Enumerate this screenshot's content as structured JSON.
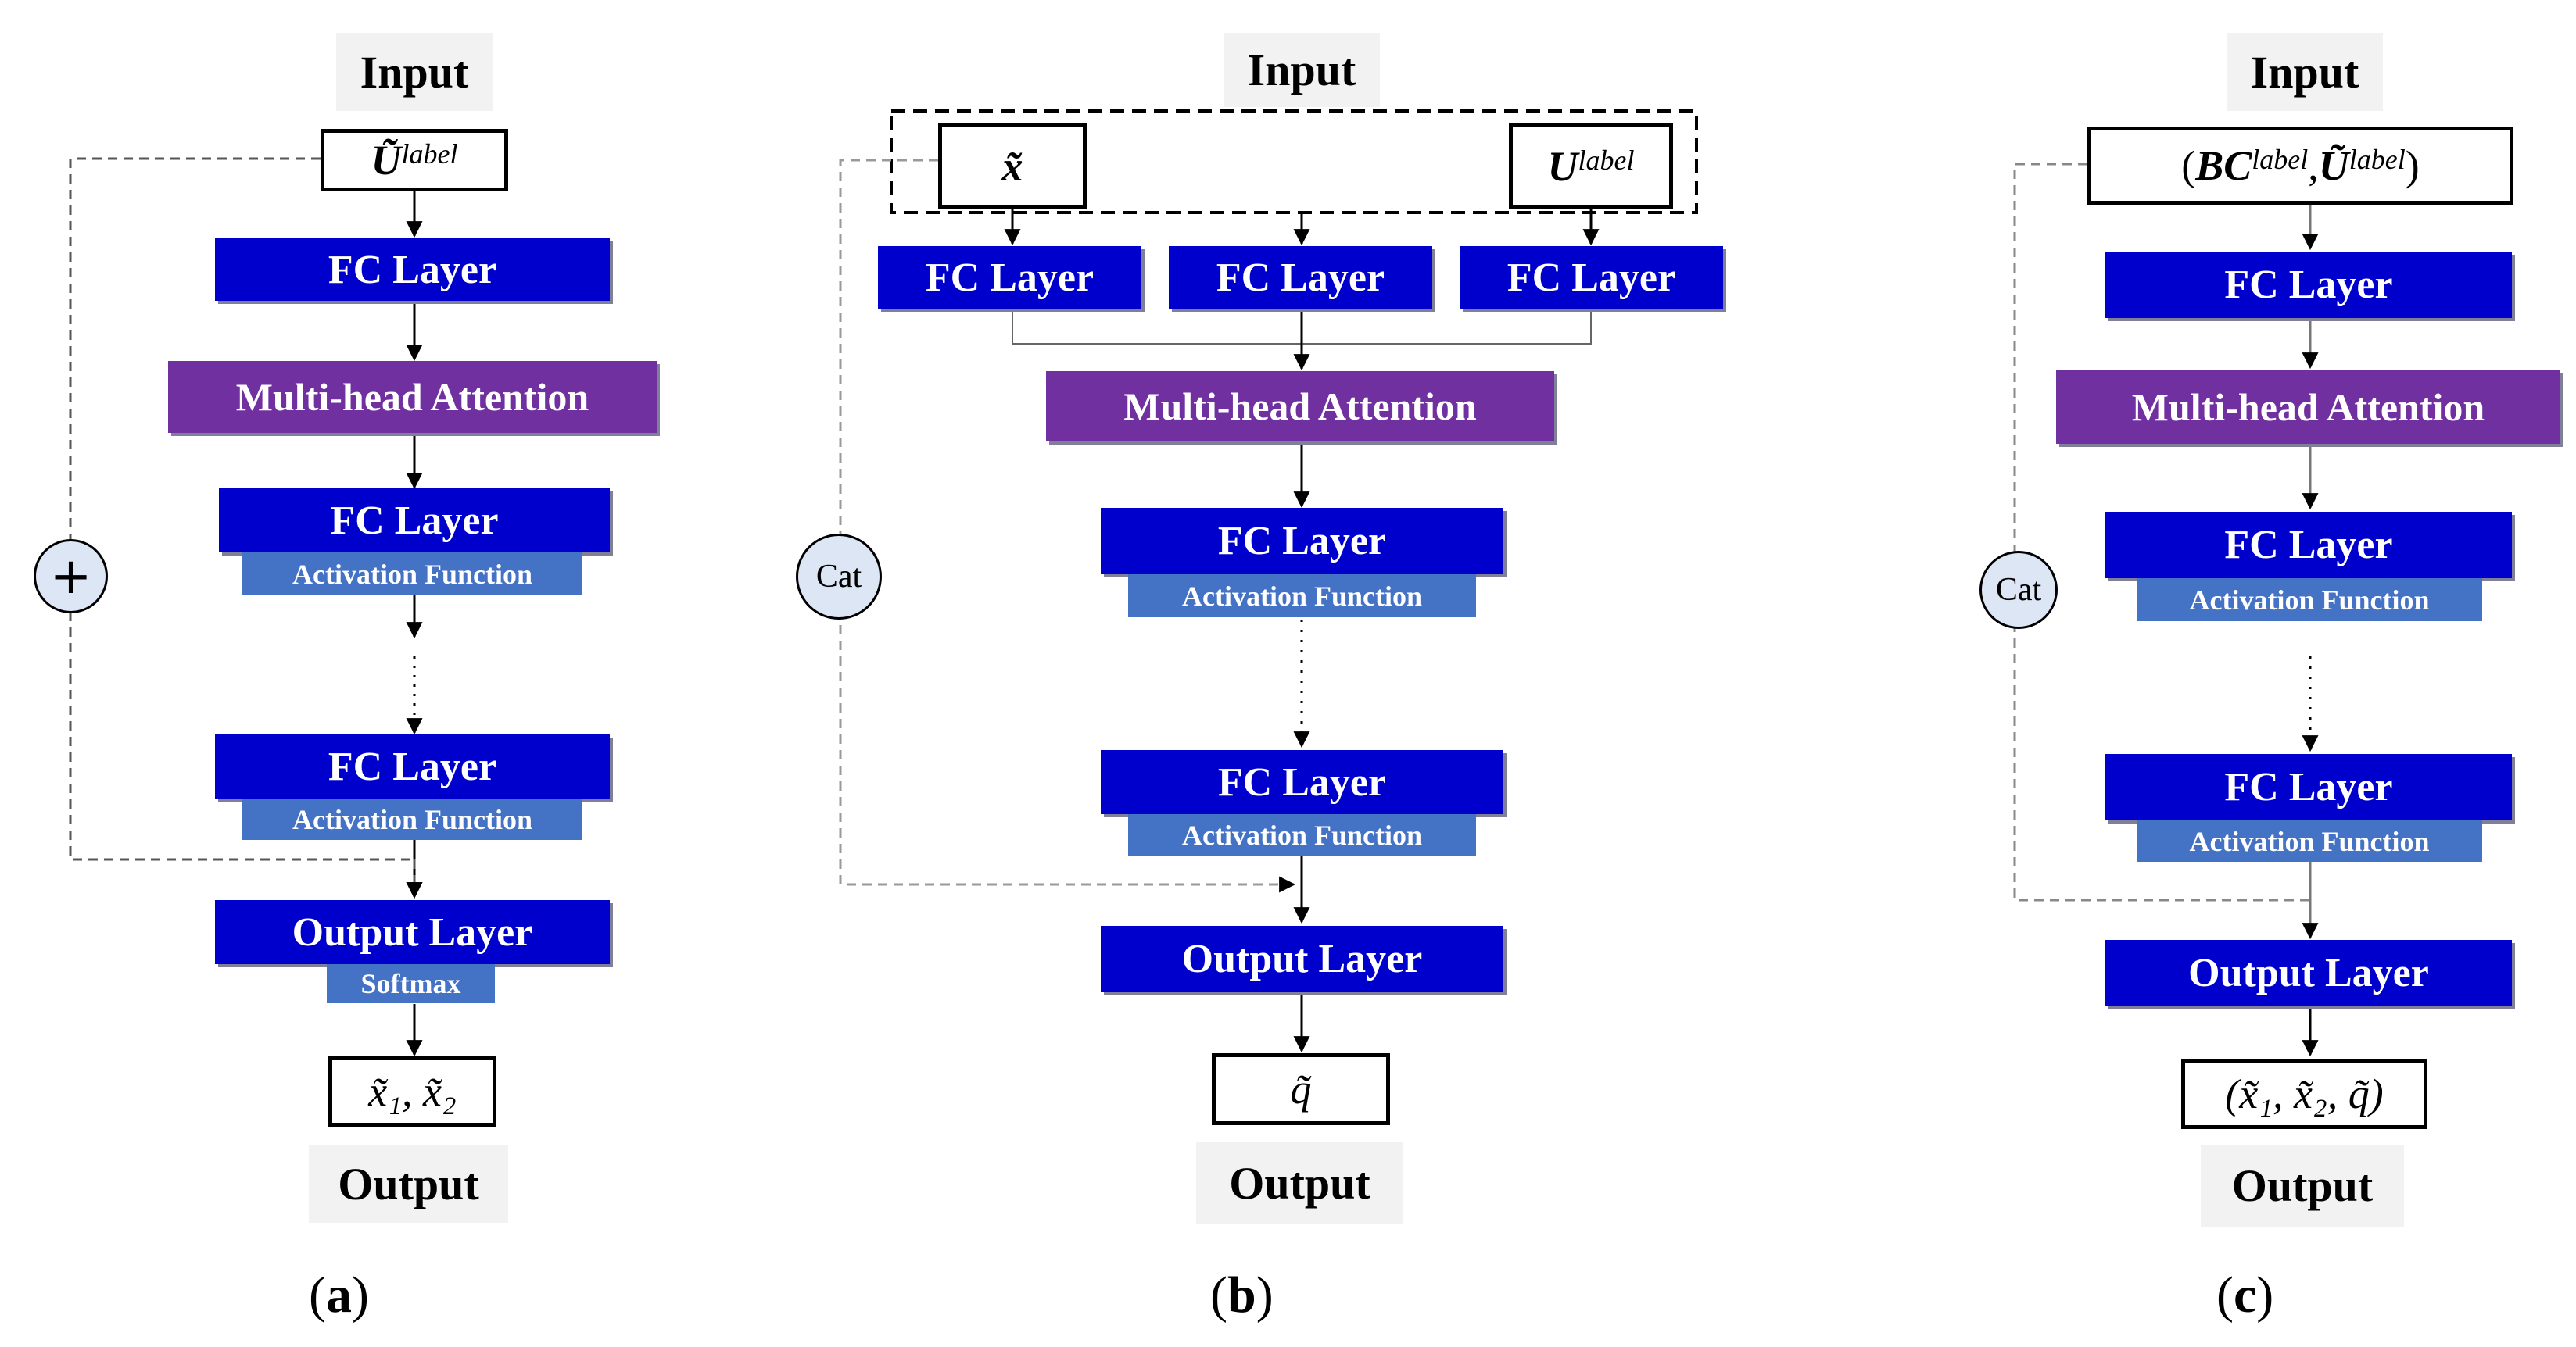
{
  "panels": {
    "a": {
      "input_label": "Input",
      "input_symbol": "Ũ",
      "input_sup": "label",
      "fc1": "FC Layer",
      "mha": "Multi-head Attention",
      "fc2": "FC Layer",
      "act2": "Activation Function",
      "fc3": "FC Layer",
      "act3": "Activation Function",
      "out_layer": "Output Layer",
      "softmax": "Softmax",
      "output_symbol": "x̃₁, x̃₂",
      "output_label": "Output",
      "residual_node": "+",
      "caption_open": "(",
      "caption_letter": "a",
      "caption_close": ")"
    },
    "b": {
      "input_label": "Input",
      "input_x": "x̃",
      "input_u": "U",
      "input_u_sup": "label",
      "fc_left": "FC Layer",
      "fc_mid": "FC Layer",
      "fc_right": "FC Layer",
      "mha": "Multi-head Attention",
      "fc2": "FC Layer",
      "act2": "Activation Function",
      "fc3": "FC Layer",
      "act3": "Activation Function",
      "out_layer": "Output Layer",
      "output_symbol": "q̃",
      "output_label": "Output",
      "cat_node": "Cat",
      "caption_open": "(",
      "caption_letter": "b",
      "caption_close": ")"
    },
    "c": {
      "input_label": "Input",
      "input_open": "(",
      "input_bc": "BC",
      "input_bc_sup": "label",
      "input_comma": ",",
      "input_u": "Ũ",
      "input_u_sup": "label",
      "input_close": ")",
      "fc1": "FC Layer",
      "mha": "Multi-head Attention",
      "fc2": "FC Layer",
      "act2": "Activation Function",
      "fc3": "FC Layer",
      "act3": "Activation Function",
      "out_layer": "Output Layer",
      "output_symbol": "(x̃₁, x̃₂, q̃)",
      "output_label": "Output",
      "cat_node": "Cat",
      "caption_open": "(",
      "caption_letter": "c",
      "caption_close": ")"
    }
  },
  "colors": {
    "fc_layer": "#0000cc",
    "attention": "#7030a0",
    "activation": "#4472c4",
    "io_label_bg": "#f2f2f2",
    "node_fill": "#dde6f5"
  }
}
